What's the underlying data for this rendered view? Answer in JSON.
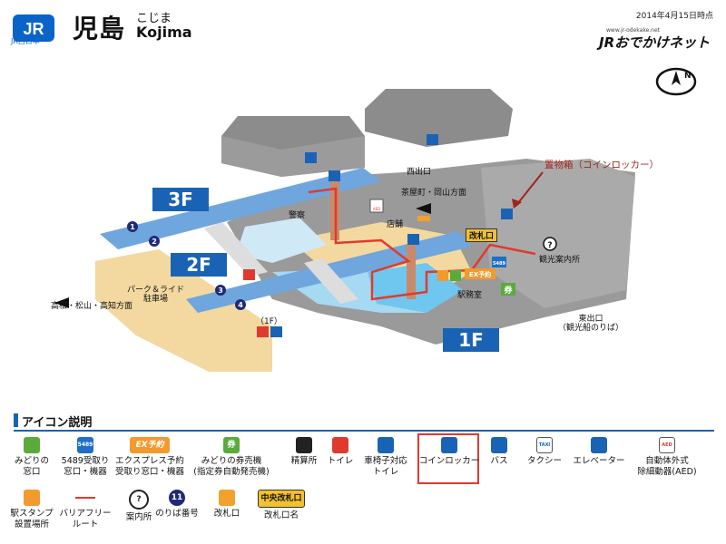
{
  "header": {
    "logo_text": "JR",
    "company": "JR西日本",
    "station_name": "児島",
    "station_kana": "こじま",
    "station_romaji": "Kojima",
    "date": "2014年4月15日時点",
    "site_url": "www.jr-odekake.net",
    "site_name": "JRおでかけネット",
    "compass_letter": "N"
  },
  "map": {
    "floors": {
      "f3": "3F",
      "f2": "2F",
      "f1": "1F",
      "f1_small": "（1F）"
    },
    "platforms": [
      "1",
      "2",
      "3",
      "4"
    ],
    "labels": {
      "west_exit": "西出口",
      "chayamachi": "茶屋町・岡山方面",
      "police": "警察",
      "shop": "店舗",
      "gate": "改札口",
      "park_ride": "パーク＆ライド\n駐車場",
      "takamatsu": "高松・松山・高知方面",
      "tourist_info": "観光案内所",
      "station_office": "駅務室",
      "east_exit": "東出口\n（観光船のりば）",
      "locker_callout": "置物箱（コインロッカー）"
    },
    "icon_glyphs": {
      "aed": "AED",
      "ticket": "券",
      "ex": "EX予約",
      "num5489": "5489",
      "info": "?"
    }
  },
  "legend": {
    "title": "アイコン説明",
    "items": [
      {
        "name": "midori-window",
        "label": "みどりの\n窓口",
        "glyph": "",
        "color": "#5aab3c"
      },
      {
        "name": "ticket-5489",
        "label": "5489受取り\n窓口・機器",
        "glyph": "5489",
        "color": "#1f6fc7"
      },
      {
        "name": "ex-reservation",
        "label": "エクスプレス予約\n受取り窓口・機器",
        "glyph": "EX予約",
        "color": "#f29a2e"
      },
      {
        "name": "midori-ticket-machine",
        "label": "みどりの券売機\n(指定券自動発売機)",
        "glyph": "券",
        "color": "#5aab3c"
      },
      {
        "name": "fare-adjustment",
        "label": "精算所",
        "glyph": "",
        "color": "#222222"
      },
      {
        "name": "toilet",
        "label": "トイレ",
        "glyph": "",
        "color": "#e03a2e"
      },
      {
        "name": "wheelchair-toilet",
        "label": "車椅子対応\nトイレ",
        "glyph": "",
        "color": "#1a63b4"
      },
      {
        "name": "coin-locker",
        "label": "コインロッカー",
        "glyph": "",
        "color": "#1a63b4"
      },
      {
        "name": "bus",
        "label": "バス",
        "glyph": "",
        "color": "#1a63b4"
      },
      {
        "name": "taxi",
        "label": "タクシー",
        "glyph": "TAXI",
        "color": "#1a63b4"
      },
      {
        "name": "elevator",
        "label": "エレベーター",
        "glyph": "",
        "color": "#1a63b4"
      },
      {
        "name": "aed",
        "label": "自動体外式\n除細動器(AED)",
        "glyph": "AED",
        "color": "#e03a2e"
      },
      {
        "name": "stamp",
        "label": "駅スタンプ\n設置場所",
        "glyph": "",
        "color": "#f29a2e"
      },
      {
        "name": "barrier-free-route",
        "label": "バリアフリー\nルート",
        "glyph": "",
        "color": "#e03a2e"
      },
      {
        "name": "information",
        "label": "案内所",
        "glyph": "?",
        "color": "#222222"
      },
      {
        "name": "platform-number",
        "label": "のりば番号",
        "glyph": "11",
        "color": "#1e2a78"
      },
      {
        "name": "ticket-gate",
        "label": "改札口",
        "glyph": "",
        "color": "#f2a02e"
      },
      {
        "name": "gate-name",
        "label": "改札口名",
        "glyph": "中央改札口",
        "color": "#f2c12e"
      }
    ]
  }
}
